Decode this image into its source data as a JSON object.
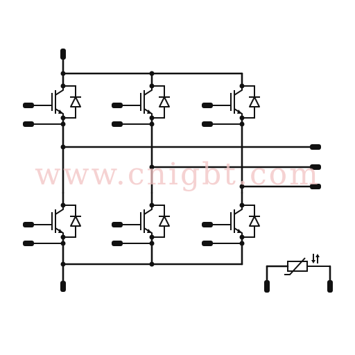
{
  "watermark": {
    "text": "www.cnigbt.com"
  },
  "circuit": {
    "type": "three-phase IGBT bridge with freewheeling diodes and NTC thermistor",
    "legs": 3,
    "devices_per_leg": 2,
    "outputs": 3
  },
  "colors": {
    "wire": "#111111",
    "watermark": "#f2c4c4",
    "background": "#ffffff"
  }
}
